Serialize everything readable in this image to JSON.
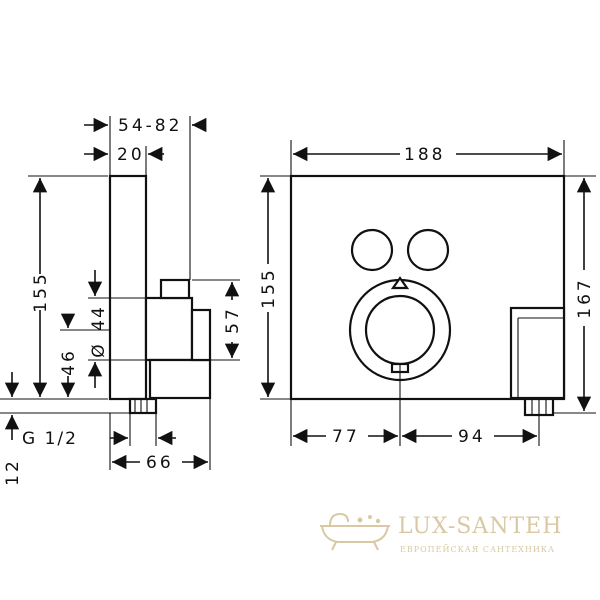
{
  "side_view": {
    "dim_54_82": "54-82",
    "dim_20": "20",
    "dim_155": "155",
    "dim_44": "44",
    "dim_phi": "Ø",
    "dim_57": "57",
    "dim_46": "46",
    "dim_12": "12",
    "dim_g12": "G 1/2",
    "dim_66": "66"
  },
  "front_view": {
    "dim_188": "188",
    "dim_155": "155",
    "dim_167": "167",
    "dim_77": "77",
    "dim_94": "94"
  },
  "watermark": {
    "brand": "LUX-SANTEH",
    "tagline": "ЕВРОПЕЙСКАЯ САНТЕХНИКА"
  }
}
